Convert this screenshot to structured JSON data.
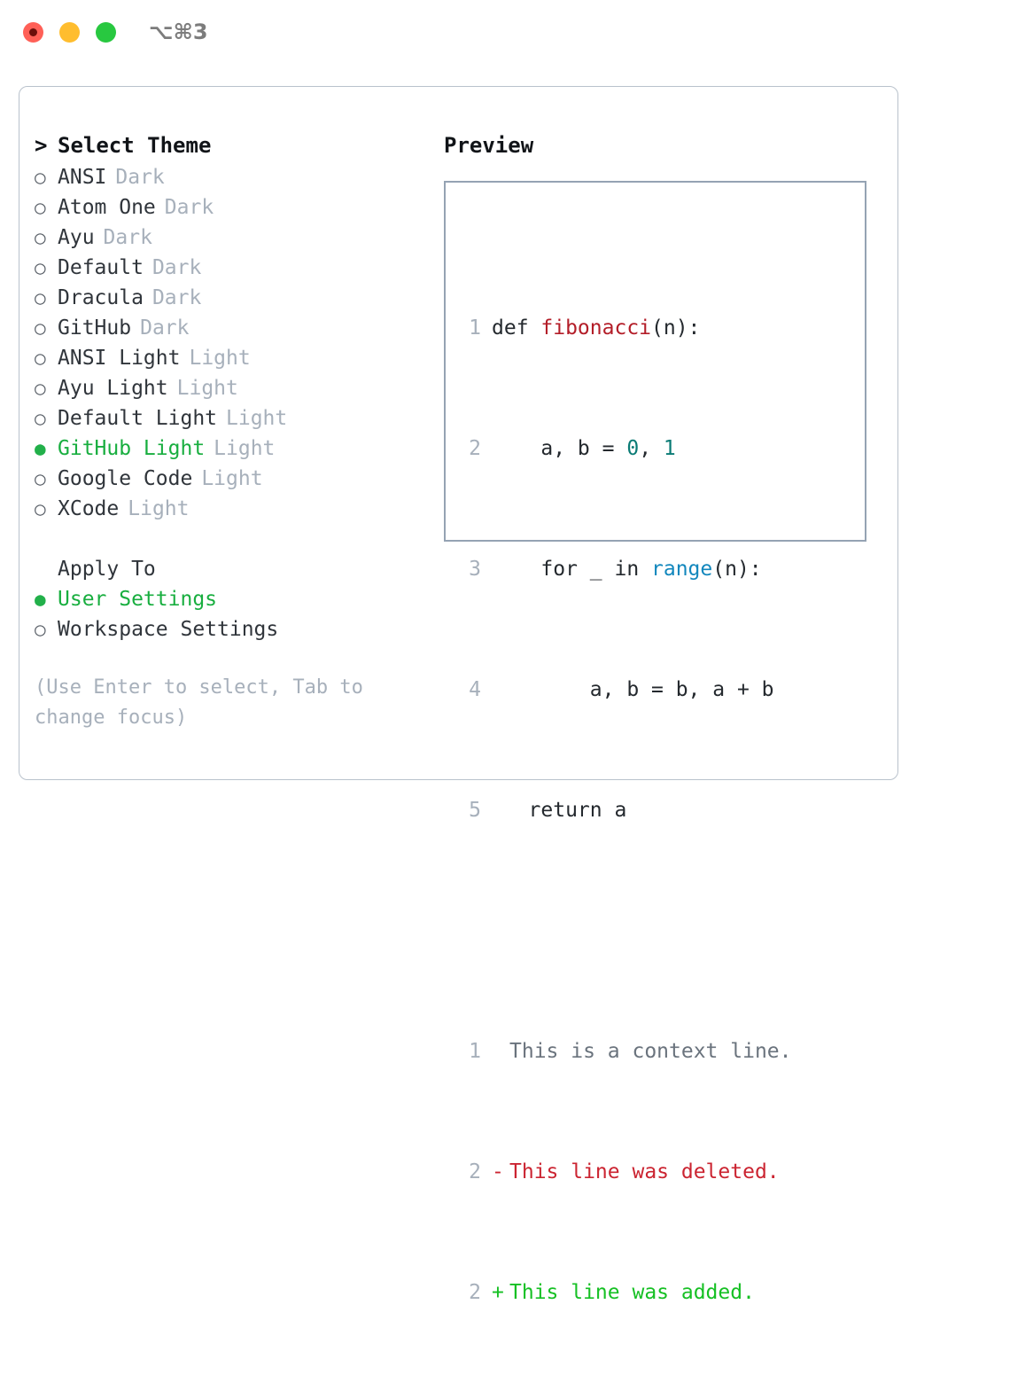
{
  "window": {
    "shortcut_label": "⌥⌘3",
    "traffic_lights": [
      {
        "name": "close",
        "color": "#ff6057"
      },
      {
        "name": "minimize",
        "color": "#ffbd2e"
      },
      {
        "name": "zoom",
        "color": "#28c840"
      }
    ]
  },
  "theme_picker": {
    "title": "Select Theme",
    "prompt_marker": ">",
    "marker_unselected": "○",
    "marker_selected": "●",
    "selected_color": "#18ae3f",
    "items": [
      {
        "name": "ANSI",
        "variant": "Dark",
        "selected": false
      },
      {
        "name": "Atom One",
        "variant": "Dark",
        "selected": false
      },
      {
        "name": "Ayu",
        "variant": "Dark",
        "selected": false
      },
      {
        "name": "Default",
        "variant": "Dark",
        "selected": false
      },
      {
        "name": "Dracula",
        "variant": "Dark",
        "selected": false
      },
      {
        "name": "GitHub",
        "variant": "Dark",
        "selected": false
      },
      {
        "name": "ANSI Light",
        "variant": "Light",
        "selected": false
      },
      {
        "name": "Ayu Light",
        "variant": "Light",
        "selected": false
      },
      {
        "name": "Default Light",
        "variant": "Light",
        "selected": false
      },
      {
        "name": "GitHub Light",
        "variant": "Light",
        "selected": true
      },
      {
        "name": "Google Code",
        "variant": "Light",
        "selected": false
      },
      {
        "name": "XCode",
        "variant": "Light",
        "selected": false
      }
    ]
  },
  "apply_to": {
    "title": "Apply To",
    "options": [
      {
        "label": "User Settings",
        "selected": true
      },
      {
        "label": "Workspace Settings",
        "selected": false
      }
    ]
  },
  "hint": "(Use Enter to select, Tab to change focus)",
  "preview": {
    "title": "Preview",
    "code_lines": [
      {
        "num": "1",
        "tokens": [
          {
            "text": "def ",
            "kind": "plain"
          },
          {
            "text": "fibonacci",
            "kind": "func"
          },
          {
            "text": "(n):",
            "kind": "plain"
          }
        ]
      },
      {
        "num": "2",
        "tokens": [
          {
            "text": "    a, b = ",
            "kind": "plain"
          },
          {
            "text": "0",
            "kind": "num"
          },
          {
            "text": ", ",
            "kind": "plain"
          },
          {
            "text": "1",
            "kind": "num"
          }
        ]
      },
      {
        "num": "3",
        "tokens": [
          {
            "text": "    for _ in ",
            "kind": "plain"
          },
          {
            "text": "range",
            "kind": "builtin"
          },
          {
            "text": "(n):",
            "kind": "plain"
          }
        ]
      },
      {
        "num": "4",
        "tokens": [
          {
            "text": "        a, b = b, a + b",
            "kind": "plain"
          }
        ]
      },
      {
        "num": "5",
        "tokens": [
          {
            "text": "   return a",
            "kind": "plain"
          }
        ]
      }
    ],
    "diff_lines": [
      {
        "num": "1",
        "gutter": "",
        "text": "This is a context line.",
        "kind": "context"
      },
      {
        "num": "2",
        "gutter": "-",
        "text": "This line was deleted.",
        "kind": "deleted"
      },
      {
        "num": "2",
        "gutter": "+",
        "text": "This line was added.",
        "kind": "added"
      }
    ],
    "colors": {
      "function": "#b31d28",
      "number": "#0a7b75",
      "builtin": "#1287bd",
      "context": "#6a737d",
      "deleted": "#cb2431",
      "added": "#16c024"
    }
  }
}
